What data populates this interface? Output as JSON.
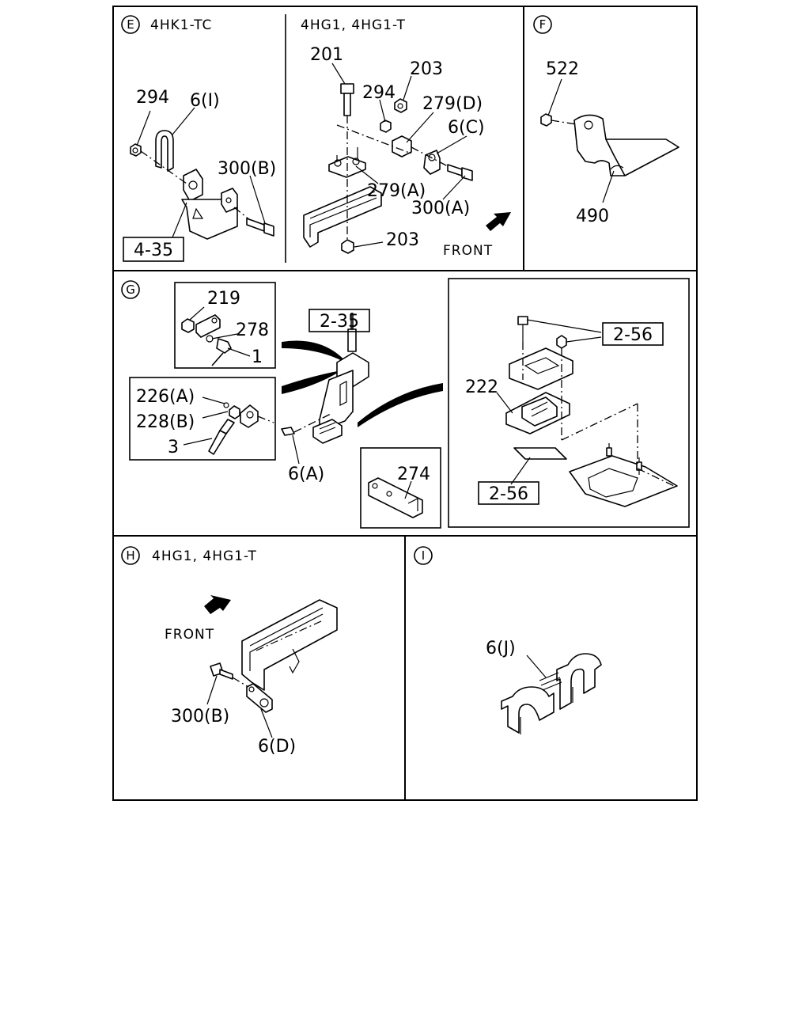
{
  "sections": {
    "E": {
      "marker": "E",
      "header": "4HK1-TC"
    },
    "E2": {
      "header": "4HG1, 4HG1-T"
    },
    "F": {
      "marker": "F"
    },
    "G": {
      "marker": "G"
    },
    "H": {
      "marker": "H",
      "header": "4HG1, 4HG1-T"
    },
    "I": {
      "marker": "I"
    }
  },
  "labels": {
    "e_294": "294",
    "e_6i": "6(I)",
    "e_300b": "300(B)",
    "e_435": "4-35",
    "e2_201": "201",
    "e2_294": "294",
    "e2_203a": "203",
    "e2_279d": "279(D)",
    "e2_6c": "6(C)",
    "e2_279a": "279(A)",
    "e2_300a": "300(A)",
    "e2_203b": "203",
    "e2_front": "FRONT",
    "f_522": "522",
    "f_490": "490",
    "g_219": "219",
    "g_278": "278",
    "g_1": "1",
    "g_226a": "226(A)",
    "g_228b": "228(B)",
    "g_3": "3",
    "g_235": "2-35",
    "g_6a": "6(A)",
    "g_274": "274",
    "g_222": "222",
    "g_256a": "2-56",
    "g_256b": "2-56",
    "h_front": "FRONT",
    "h_300b": "300(B)",
    "h_6d": "6(D)",
    "i_6j": "6(J)"
  }
}
